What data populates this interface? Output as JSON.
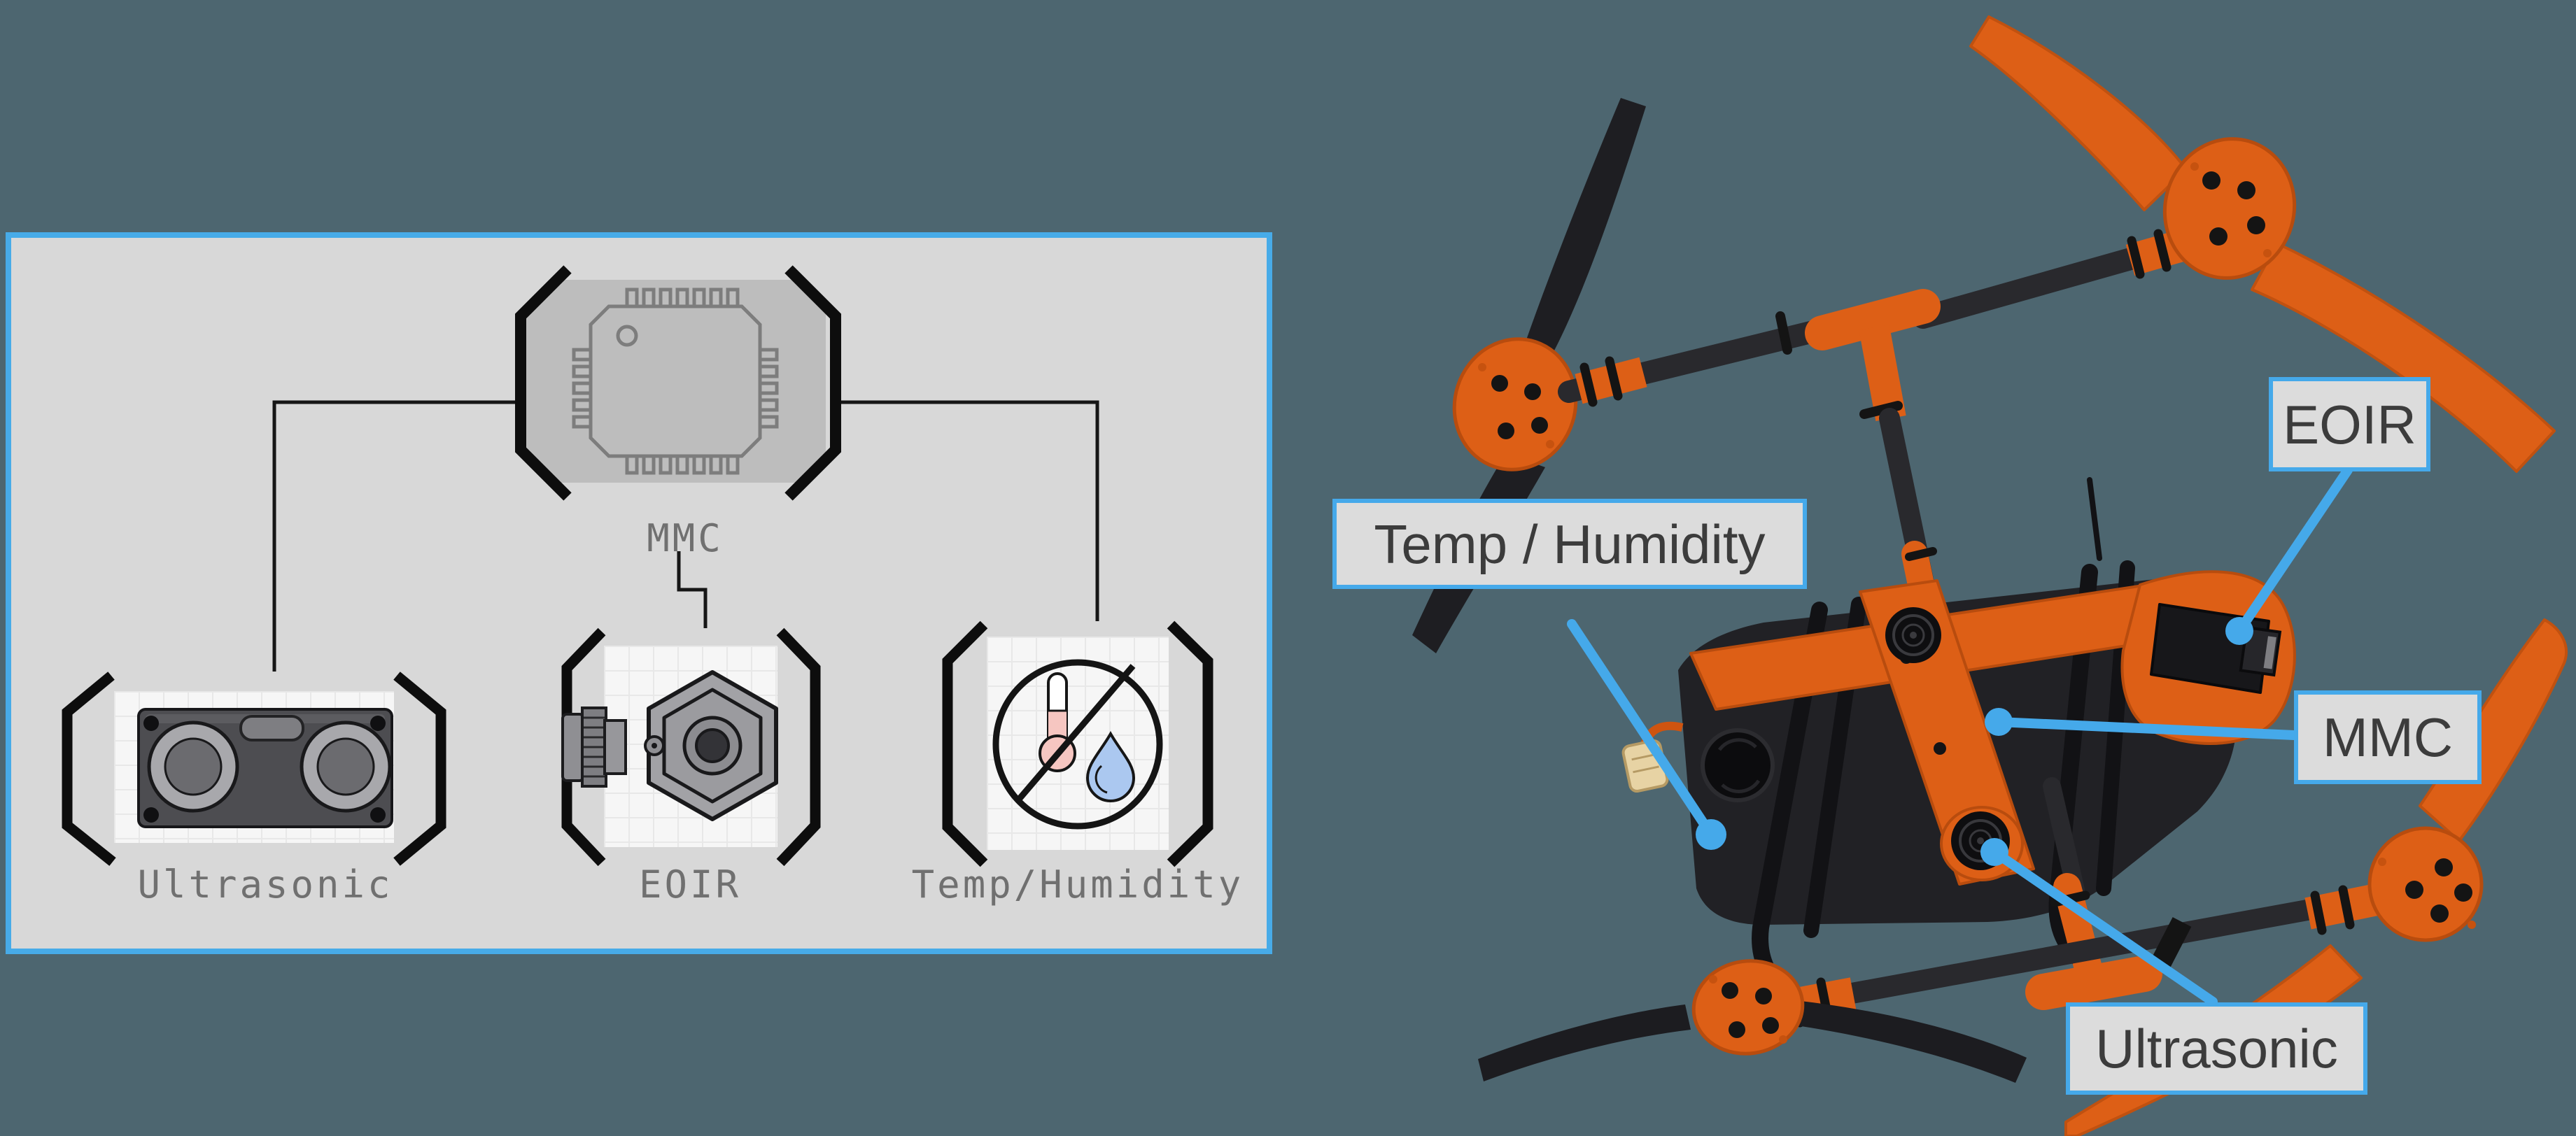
{
  "scene": {
    "background_color": "#4d6670",
    "accent_blue": "#45a9ea",
    "drone_orange": "#dd5f16",
    "drone_black": "#1e1e22"
  },
  "diagram_panel": {
    "background_color": "#d8d8d8",
    "border_color": "#47abe8",
    "line_color": "#161616",
    "label_color": "#707070",
    "mmc": {
      "label": "MMC",
      "icon": "microcontroller-chip-icon"
    },
    "sensors": [
      {
        "id": "ultrasonic",
        "label": "Ultrasonic",
        "icon": "ultrasonic-sensor-icon"
      },
      {
        "id": "eoir",
        "label": "EOIR",
        "icon": "camera-icon"
      },
      {
        "id": "temp_humidity",
        "label": "Temp/Humidity",
        "icon": "no-temp-humidity-icon"
      }
    ]
  },
  "drone_view": {
    "callouts": [
      {
        "id": "eoir",
        "label": "EOIR"
      },
      {
        "id": "temp_humidity",
        "label": "Temp / Humidity"
      },
      {
        "id": "mmc",
        "label": "MMC"
      },
      {
        "id": "ultrasonic",
        "label": "Ultrasonic"
      }
    ]
  }
}
